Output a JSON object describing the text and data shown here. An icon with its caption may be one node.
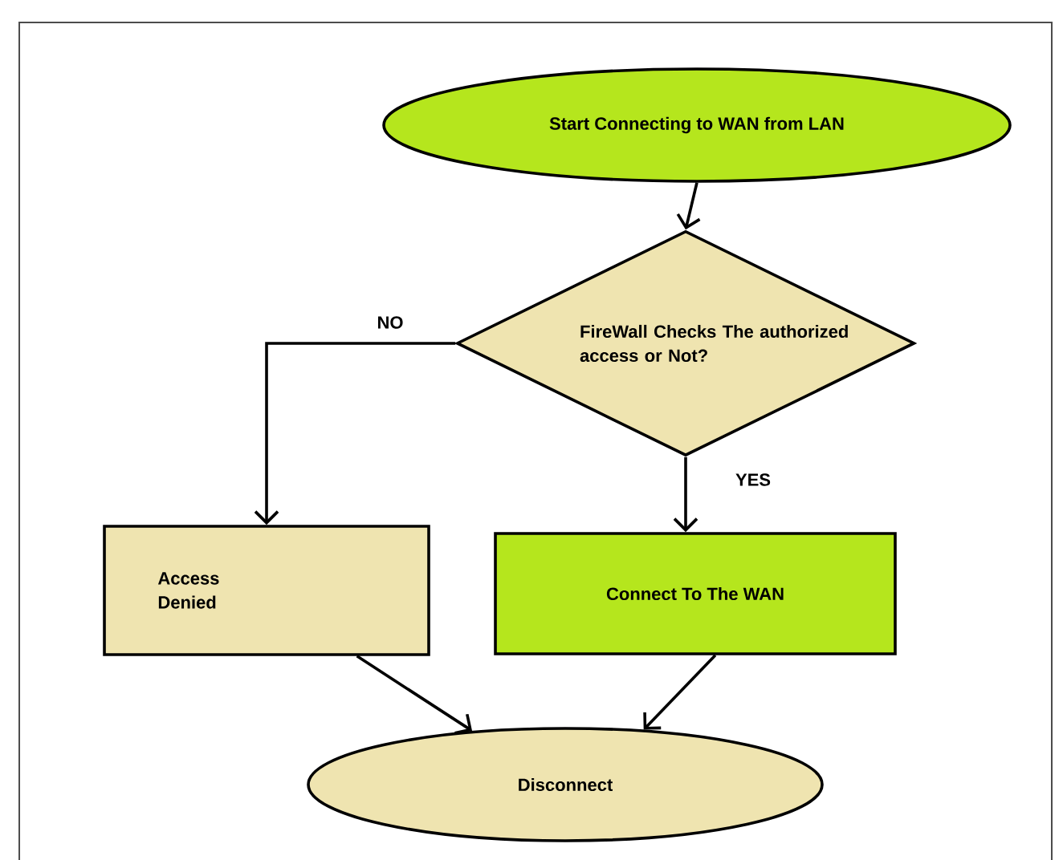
{
  "diagram": {
    "nodes": [
      {
        "text": [
          "Start Connecting to WAN from LAN"
        ]
      },
      {
        "text": [
          "FireWall Checks The authorized access or Not?"
        ]
      },
      {
        "text": [
          "Access Denied"
        ]
      },
      {
        "text": [
          "Connect To The WAN"
        ]
      },
      {
        "text": [
          "Disconnect"
        ]
      }
    ],
    "edges": [
      {
        "from": 0,
        "to": 1,
        "arrow": "to"
      },
      {
        "from": 1,
        "to": 2,
        "arrow": "to",
        "label": "NO"
      },
      {
        "from": 1,
        "to": 3,
        "arrow": "to",
        "label": "YES"
      },
      {
        "from": 2,
        "to": 4,
        "arrow": "to"
      },
      {
        "from": 3,
        "to": 4,
        "arrow": "to"
      }
    ]
  }
}
